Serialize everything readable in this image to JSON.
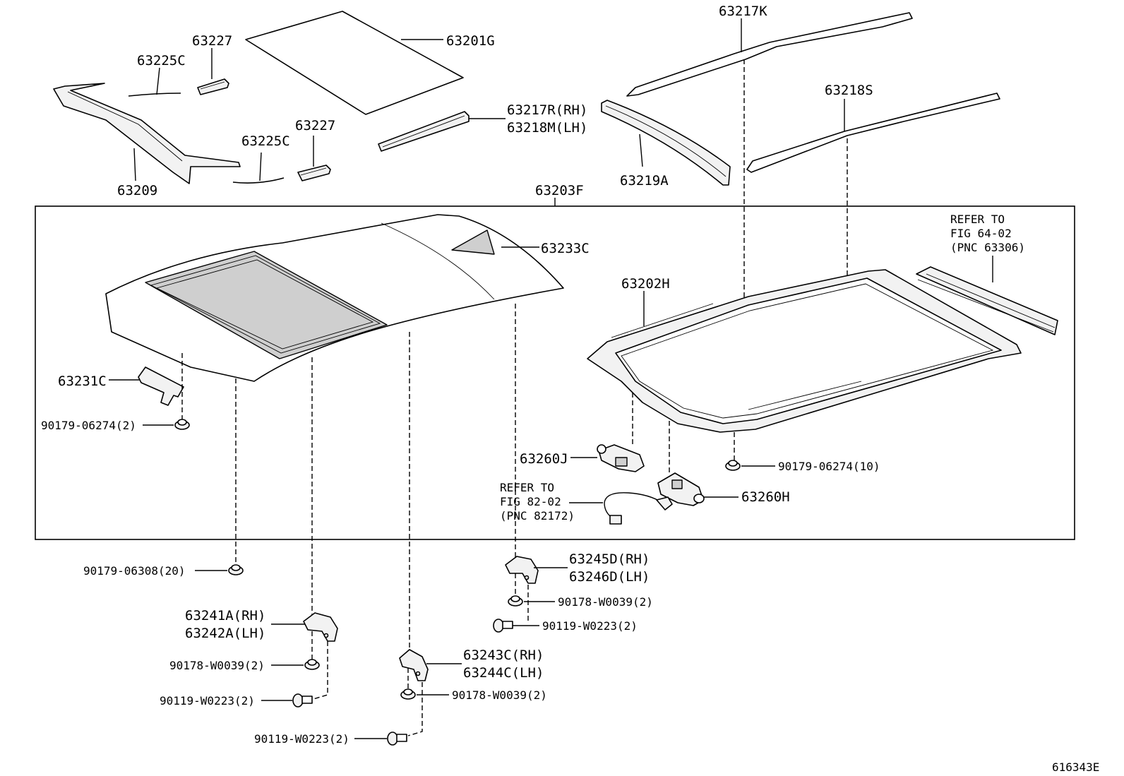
{
  "labels": {
    "p63201G": "63201G",
    "p63227_a": "63227",
    "p63225C_a": "63225C",
    "p63227_b": "63227",
    "p63225C_b": "63225C",
    "p63209": "63209",
    "p63217R": "63217R(RH)",
    "p63218M": "63218M(LH)",
    "p63217K": "63217K",
    "p63218S": "63218S",
    "p63219A": "63219A",
    "p63203F": "63203F",
    "p63233C": "63233C",
    "p63202H": "63202H",
    "refer1_line1": "REFER TO",
    "refer1_line2": "FIG 64-02",
    "refer1_line3": "(PNC 63306)",
    "p63231C": "63231C",
    "n90179_06274_2": "90179-06274(2)",
    "p63260J": "63260J",
    "n90179_06274_10": "90179-06274(10)",
    "refer2_line1": "REFER TO",
    "refer2_line2": "FIG 82-02",
    "refer2_line3": "(PNC 82172)",
    "p63260H": "63260H",
    "n90179_06308": "90179-06308(20)",
    "p63245D": "63245D(RH)",
    "p63246D": "63246D(LH)",
    "n90178_W0039_a": "90178-W0039(2)",
    "n90119_W0223_a": "90119-W0223(2)",
    "p63241A": "63241A(RH)",
    "p63242A": "63242A(LH)",
    "n90178_W0039_b": "90178-W0039(2)",
    "n90119_W0223_b": "90119-W0223(2)",
    "p63243C": "63243C(RH)",
    "p63244C": "63244C(LH)",
    "n90178_W0039_c": "90178-W0039(2)",
    "n90119_W0223_c": "90119-W0223(2)",
    "figure_id": "616343E"
  }
}
